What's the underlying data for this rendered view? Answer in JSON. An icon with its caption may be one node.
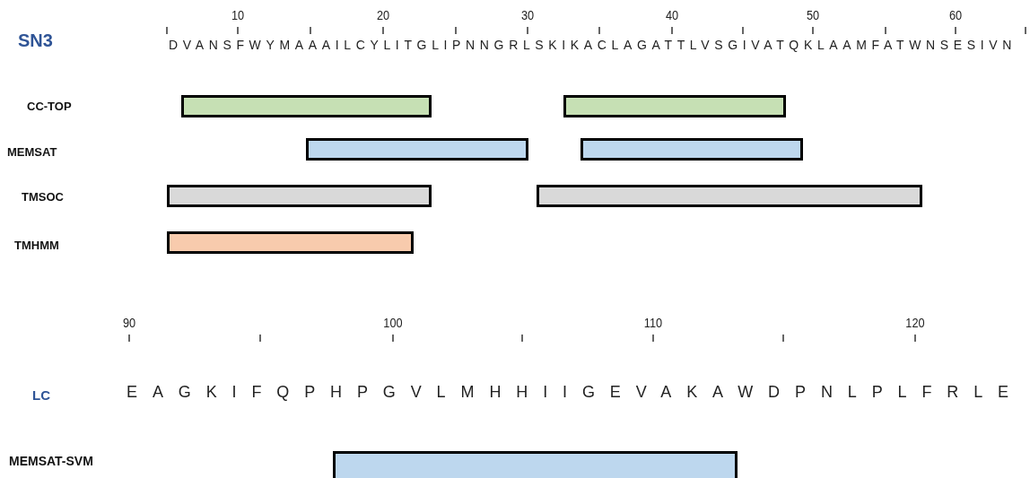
{
  "diagram": {
    "nodes": [
      {
        "text": [],
        "shape": "bar"
      },
      {
        "text": [],
        "shape": "bar"
      },
      {
        "text": [],
        "shape": "bar"
      },
      {
        "text": [],
        "shape": "bar"
      },
      {
        "text": [],
        "shape": "bar"
      },
      {
        "text": [],
        "shape": "bar"
      },
      {
        "text": [],
        "shape": "bar"
      },
      {
        "text": [],
        "shape": "bar"
      }
    ],
    "labels": [
      "10",
      "20",
      "30",
      "40",
      "50",
      "60",
      "SN3",
      "DVANSFWYMAAAILCYLITGLIPNNGRLSKIKACLAGATTLVSGIVATQKLAAMFATWNSESIVN",
      "CC-TOP",
      "MEMSAT",
      "TMSOC",
      "TMHMM",
      "90",
      "100",
      "110",
      "120",
      "LC",
      "EAGKIFQPHPGVLMHHIIGEVAKAWDPNLPLFRLE",
      "MEMSAT-SVM"
    ]
  }
}
